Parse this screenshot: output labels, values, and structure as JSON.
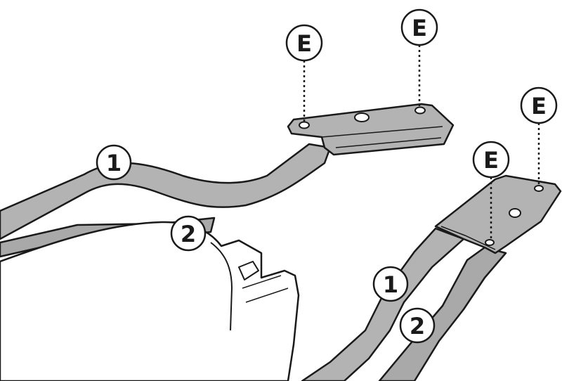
{
  "colors": {
    "background": "#ffffff",
    "bar_fill": "#b3b3b3",
    "bar_shadow": "#8f8f8f",
    "outline": "#1a1a1a",
    "callout_fill": "#ffffff",
    "seat_fill": "#ffffff"
  },
  "callouts": {
    "bolt_top_left": "E",
    "bolt_top_right": "E",
    "bolt_right_upper": "E",
    "bolt_right_lower": "E",
    "left_arm_1": "1",
    "left_arm_2": "2",
    "right_arm_1": "1",
    "right_arm_2": "2"
  }
}
